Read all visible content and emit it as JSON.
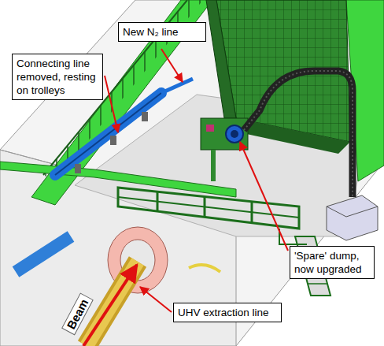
{
  "diagram": {
    "nodes": [
      {
        "text": [
          "New N₂ line"
        ]
      },
      {
        "text": [
          "Connecting line removed, resting on trolleys"
        ]
      },
      {
        "text": [
          "'Spare' dump, now upgraded"
        ]
      },
      {
        "text": [
          "UHV extraction line"
        ]
      }
    ],
    "labels": [
      "Beam"
    ]
  }
}
